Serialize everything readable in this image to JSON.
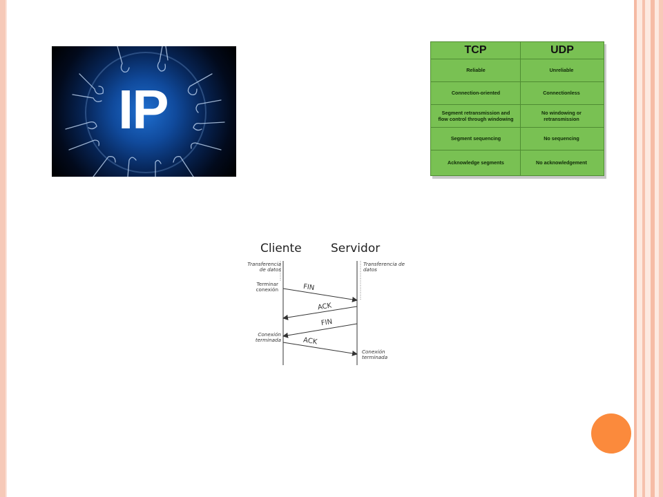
{
  "slide": {
    "ip_image": {
      "label": "IP"
    },
    "protocol_table": {
      "headers": [
        "TCP",
        "UDP"
      ],
      "rows": [
        [
          "Reliable",
          "Unreliable"
        ],
        [
          "Connection-oriented",
          "Connectionless"
        ],
        [
          "Segment retransmission and flow control through windowing",
          "No windowing or retransmission"
        ],
        [
          "Segment sequencing",
          "No sequencing"
        ],
        [
          "Acknowledge segments",
          "No acknowledgement"
        ]
      ]
    },
    "sequence_diagram": {
      "client": "Cliente",
      "server": "Servidor",
      "client_transfer": "Transferencia de datos",
      "server_transfer": "Transferencia de datos",
      "terminate": "Terminar conexión",
      "client_closed": "Conexión terminada",
      "server_closed": "Conexión terminada",
      "messages": [
        "FIN",
        "ACK",
        "FIN",
        "ACK"
      ]
    }
  },
  "colors": {
    "accent_orange": "#fb8a3c",
    "table_green": "#79c153",
    "rail_pink": "#f6c9b8"
  }
}
